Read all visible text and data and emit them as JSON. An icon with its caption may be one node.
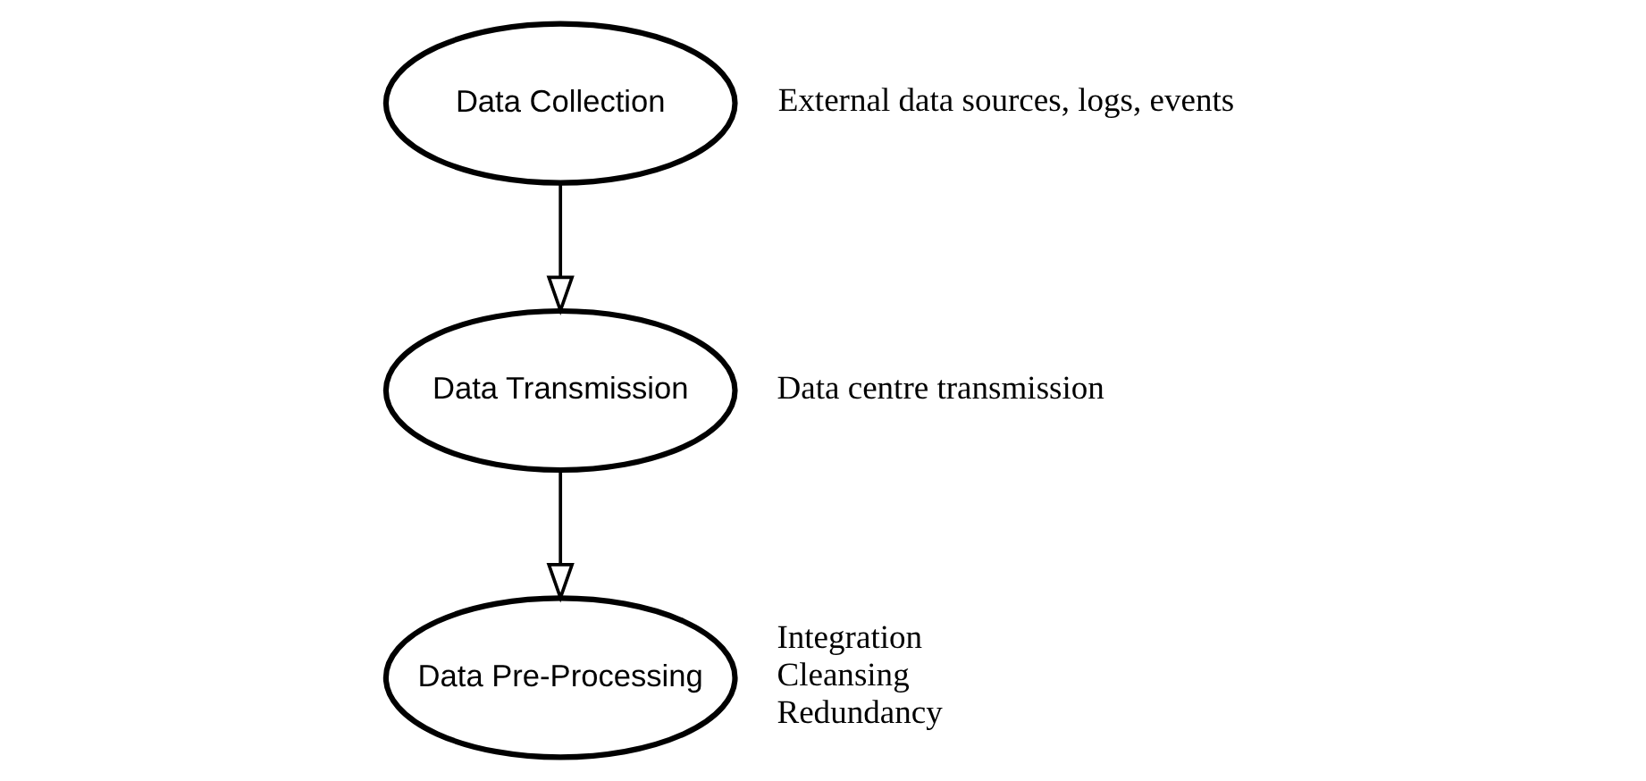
{
  "diagram": {
    "nodes": [
      {
        "text": [
          "Data Collection"
        ],
        "beside": [
          "External data sources, logs, events"
        ]
      },
      {
        "text": [
          "Data Transmission"
        ],
        "beside": [
          "Data centre transmission"
        ]
      },
      {
        "text": [
          "Data Pre-Processing"
        ],
        "beside": [
          "Integration",
          "Cleansing",
          "Redundancy"
        ]
      }
    ],
    "edges": [
      {
        "from": 0,
        "to": 1,
        "arrow": "to"
      },
      {
        "from": 1,
        "to": 2,
        "arrow": "to"
      }
    ]
  }
}
